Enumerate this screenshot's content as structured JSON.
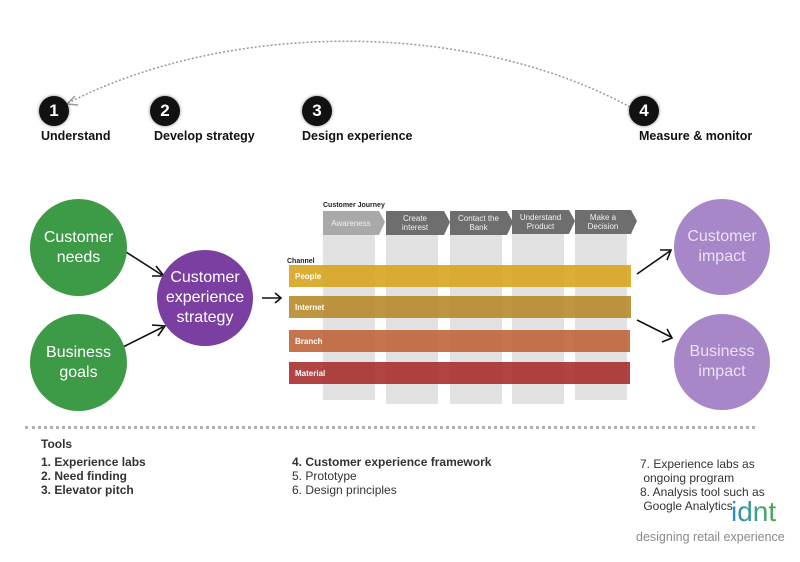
{
  "steps": [
    {
      "number": "1",
      "label": "Understand"
    },
    {
      "number": "2",
      "label": "Develop strategy"
    },
    {
      "number": "3",
      "label": "Design experience"
    },
    {
      "number": "4",
      "label": "Measure & monitor"
    }
  ],
  "inputs": [
    {
      "label_line1": "Customer",
      "label_line2": "needs"
    },
    {
      "label_line1": "Business",
      "label_line2": "goals"
    }
  ],
  "strategy": {
    "line1": "Customer",
    "line2": "experience",
    "line3": "strategy"
  },
  "framework": {
    "journey_title": "Customer Journey",
    "channel_title": "Channel",
    "journey_steps": [
      {
        "line1": "Awareness",
        "line2": ""
      },
      {
        "line1": "Create",
        "line2": "interest"
      },
      {
        "line1": "Contact the",
        "line2": "Bank"
      },
      {
        "line1": "Understand",
        "line2": "Product"
      },
      {
        "line1": "Make a",
        "line2": "Decision"
      }
    ],
    "channels": [
      {
        "label": "People",
        "color": "#d9a520"
      },
      {
        "label": "Internet",
        "color": "#b98a2e"
      },
      {
        "label": "Branch",
        "color": "#c0653a"
      },
      {
        "label": "Material",
        "color": "#a8302e"
      }
    ]
  },
  "outcomes": [
    {
      "line1": "Customer",
      "line2": "impact"
    },
    {
      "line1": "Business",
      "line2": "impact"
    }
  ],
  "tools": {
    "title": "Tools",
    "group1": [
      "1. Experience labs",
      "2. Need finding",
      "3. Elevator pitch"
    ],
    "group2": [
      "4. Customer experience framework",
      "5. Prototype",
      "6. Design principles"
    ],
    "group3": [
      "7. Experience labs as",
      " ongoing program",
      "8. Analysis tool such as",
      " Google Analytics"
    ]
  },
  "logo": {
    "name": "idnt",
    "tagline": "designing retail experience"
  },
  "colors": {
    "green": "#3d9a46",
    "purple_dark": "#7a3fa0",
    "purple_light": "#a887c8",
    "journey_gray": "#6e6e6e"
  }
}
